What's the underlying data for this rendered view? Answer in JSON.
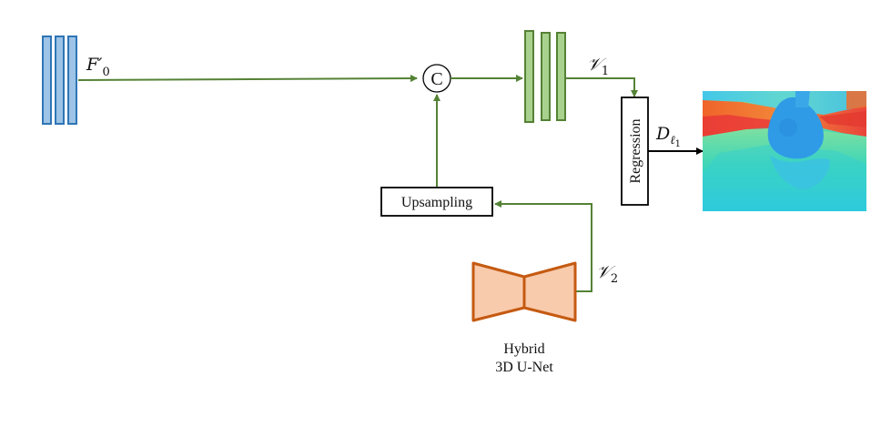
{
  "diagram": {
    "labels": {
      "f0": "F′",
      "f0_sub": "0",
      "concat_symbol": "C",
      "v1": "𝒱",
      "v1_sub": "1",
      "v2": "𝒱",
      "v2_sub": "2",
      "d": "D",
      "d_sub": "ℓ",
      "d_sub_sub": "1",
      "regression": "Regression",
      "upsampling": "Upsampling",
      "unet_line1": "Hybrid",
      "unet_line2": "3D U-Net"
    },
    "colors": {
      "feature_blue_fill": "#9DC3E6",
      "feature_blue_stroke": "#2E75B6",
      "feature_green_fill": "#A9D18E",
      "feature_green_stroke": "#548235",
      "arrow_green": "#548235",
      "unet_fill": "#F8CBAD",
      "unet_stroke": "#C55A11",
      "black": "#000000"
    }
  }
}
